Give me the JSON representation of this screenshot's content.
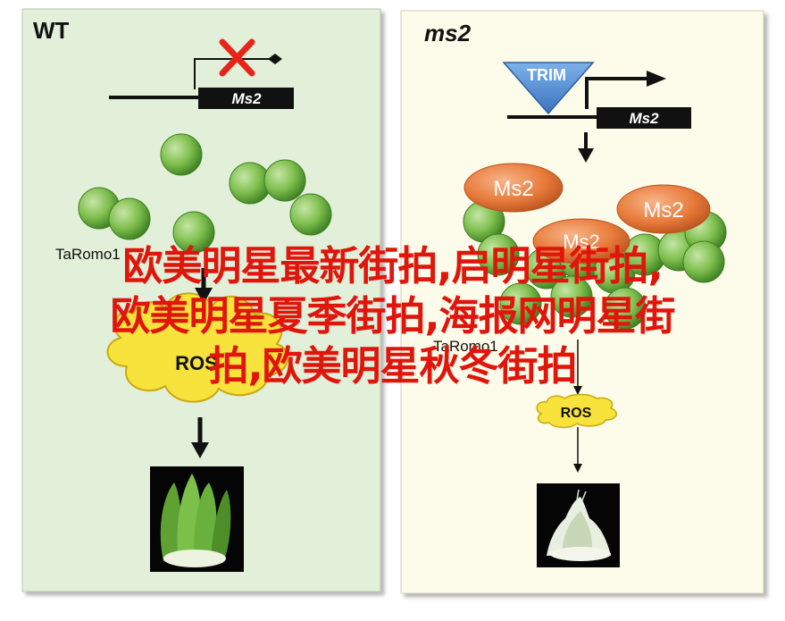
{
  "panels": {
    "left": {
      "title": "WT",
      "gene_label": "Ms2",
      "protein_label": "TaRomo1",
      "ros_label": "ROS",
      "background": "#e2efd9"
    },
    "right": {
      "title": "ms2",
      "trim_label": "TRIM",
      "gene_label": "Ms2",
      "protein_labels": [
        "Ms2",
        "Ms2",
        "Ms2"
      ],
      "complex_label": "TaRomo1",
      "ros_label": "ROS",
      "background": "#fdfbe9"
    }
  },
  "overlay": {
    "lines": [
      "欧美明星最新街拍,启明星街拍,",
      "欧美明星夏季街拍,海报网明星街",
      "拍,欧美明星秋冬街拍"
    ]
  },
  "colors": {
    "green_ball": "#7fbf4e",
    "orange_ms2": "#e87b3b",
    "trim_blue": "#4f8fd6",
    "cross_red": "#e8231a",
    "ros_yellow": "#f8e23c",
    "overlay_red": "#e0150b"
  }
}
